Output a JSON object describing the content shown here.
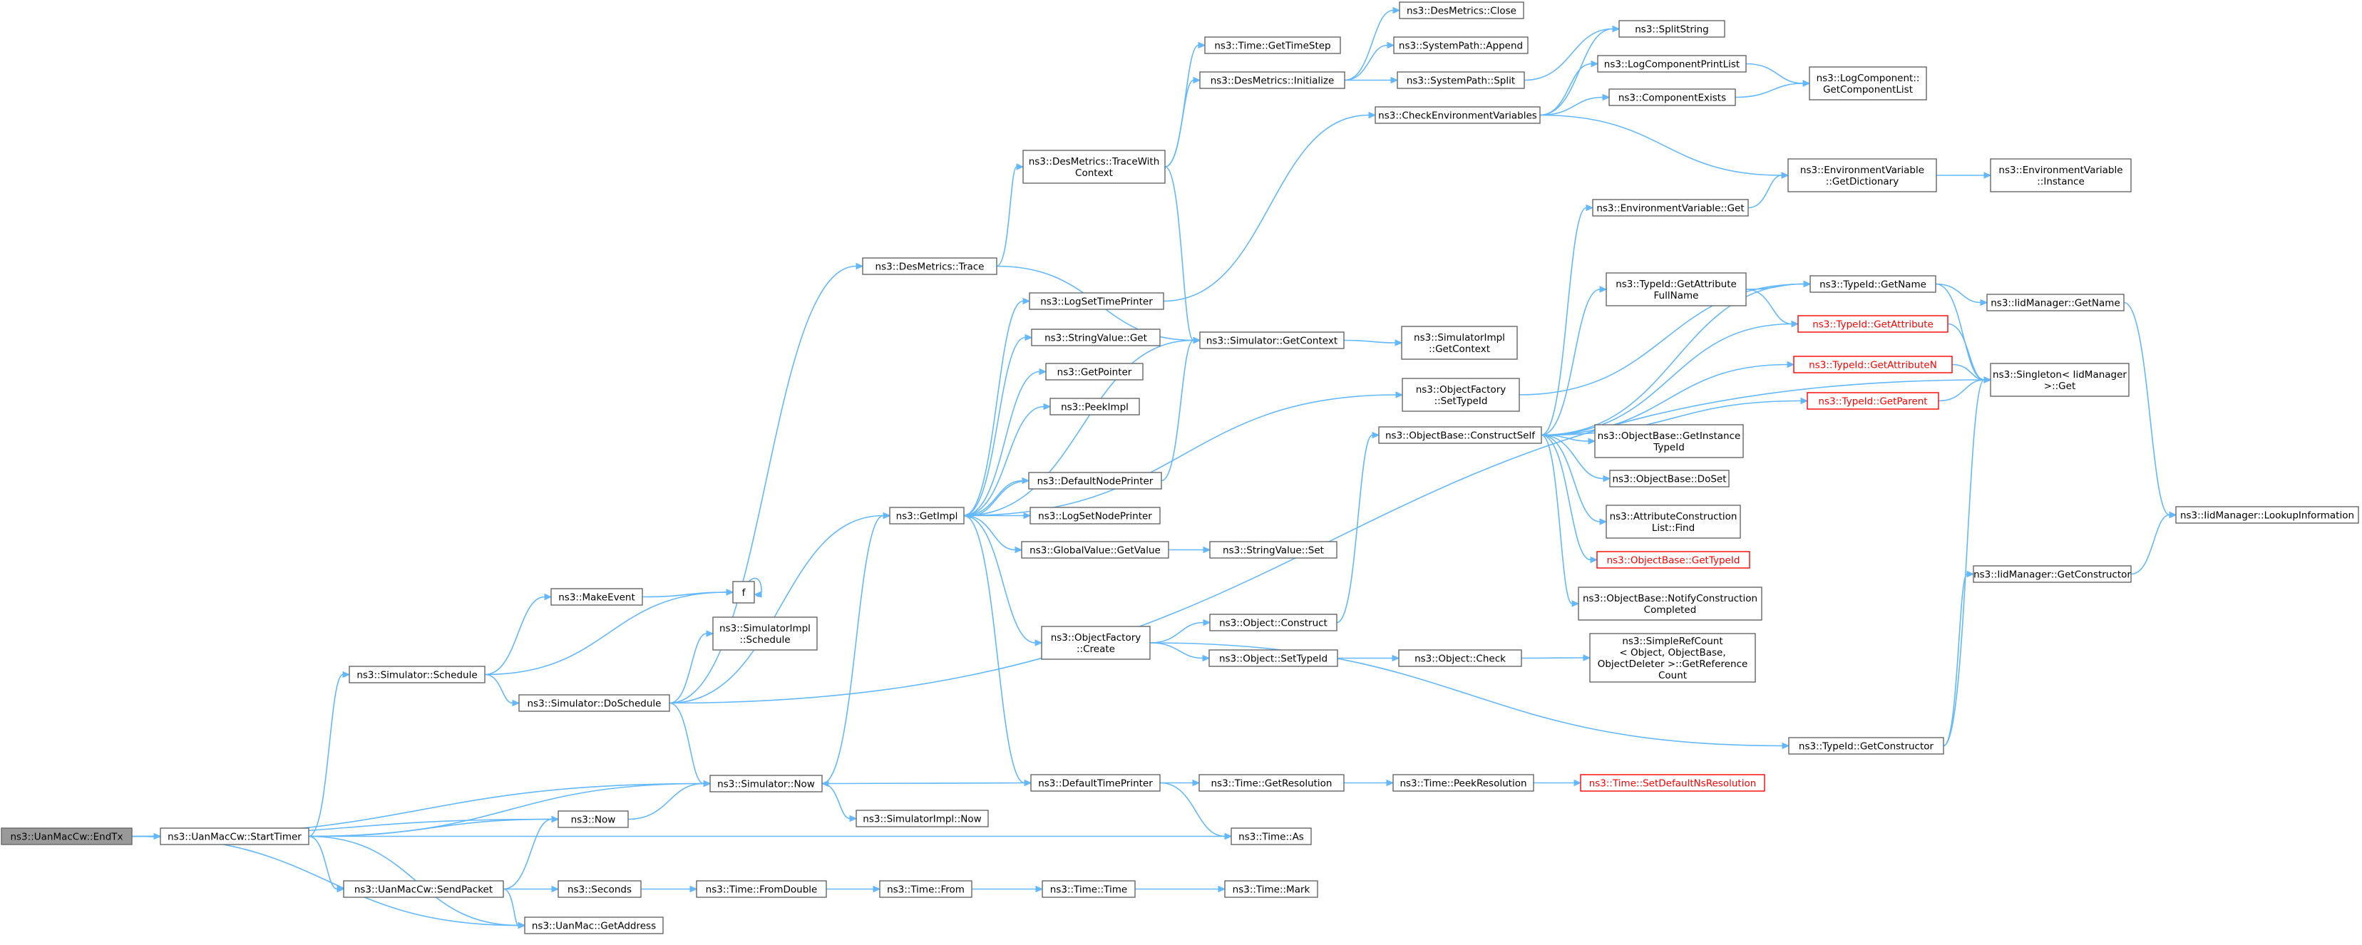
{
  "graph": {
    "edge_color": "#63b8ff",
    "root_fill": "#999999",
    "highlight_color": "#ff0000",
    "nodes": [
      {
        "id": "EndTx",
        "lines": [
          "ns3::UanMacCw::EndTx"
        ],
        "root": true
      },
      {
        "id": "StartTimer",
        "lines": [
          "ns3::UanMacCw::StartTimer"
        ]
      },
      {
        "id": "SimSchedule",
        "lines": [
          "ns3::Simulator::Schedule"
        ]
      },
      {
        "id": "MakeEvent",
        "lines": [
          "ns3::MakeEvent"
        ]
      },
      {
        "id": "f",
        "lines": [
          "f"
        ]
      },
      {
        "id": "SimImplSchedule",
        "lines": [
          "ns3::SimulatorImpl",
          "::Schedule"
        ]
      },
      {
        "id": "DoSchedule",
        "lines": [
          "ns3::Simulator::DoSchedule"
        ]
      },
      {
        "id": "DesTrace",
        "lines": [
          "ns3::DesMetrics::Trace"
        ]
      },
      {
        "id": "TraceWithContext",
        "lines": [
          "ns3::DesMetrics::TraceWith",
          "Context"
        ]
      },
      {
        "id": "GetTimeStep",
        "lines": [
          "ns3::Time::GetTimeStep"
        ]
      },
      {
        "id": "DesInitialize",
        "lines": [
          "ns3::DesMetrics::Initialize"
        ]
      },
      {
        "id": "DesClose",
        "lines": [
          "ns3::DesMetrics::Close"
        ]
      },
      {
        "id": "PathAppend",
        "lines": [
          "ns3::SystemPath::Append"
        ]
      },
      {
        "id": "PathSplit",
        "lines": [
          "ns3::SystemPath::Split"
        ]
      },
      {
        "id": "SplitString",
        "lines": [
          "ns3::SplitString"
        ]
      },
      {
        "id": "CheckEnv",
        "lines": [
          "ns3::CheckEnvironmentVariables"
        ]
      },
      {
        "id": "LogCompPrintList",
        "lines": [
          "ns3::LogComponentPrintList"
        ]
      },
      {
        "id": "CompExists",
        "lines": [
          "ns3::ComponentExists"
        ]
      },
      {
        "id": "GetCompList",
        "lines": [
          "ns3::LogComponent::",
          "GetComponentList"
        ]
      },
      {
        "id": "EnvGetDict",
        "lines": [
          "ns3::EnvironmentVariable",
          "::GetDictionary"
        ]
      },
      {
        "id": "EnvInstance",
        "lines": [
          "ns3::EnvironmentVariable",
          "::Instance"
        ]
      },
      {
        "id": "EnvGet",
        "lines": [
          "ns3::EnvironmentVariable::Get"
        ]
      },
      {
        "id": "GetAttrFullName",
        "lines": [
          "ns3::TypeId::GetAttribute",
          "FullName"
        ]
      },
      {
        "id": "TypeIdGetName",
        "lines": [
          "ns3::TypeId::GetName"
        ]
      },
      {
        "id": "IidGetName",
        "lines": [
          "ns3::IidManager::GetName"
        ]
      },
      {
        "id": "GetAttribute",
        "lines": [
          "ns3::TypeId::GetAttribute"
        ],
        "red": true
      },
      {
        "id": "GetAttributeN",
        "lines": [
          "ns3::TypeId::GetAttributeN"
        ],
        "red": true
      },
      {
        "id": "GetParent",
        "lines": [
          "ns3::TypeId::GetParent"
        ],
        "red": true
      },
      {
        "id": "SingletonGet",
        "lines": [
          "ns3::Singleton< IidManager",
          ">::Get"
        ]
      },
      {
        "id": "LookupInfo",
        "lines": [
          "ns3::IidManager::LookupInformation"
        ]
      },
      {
        "id": "IidGetConstructor",
        "lines": [
          "ns3::IidManager::GetConstructor"
        ]
      },
      {
        "id": "TypeIdGetConstructor",
        "lines": [
          "ns3::TypeId::GetConstructor"
        ]
      },
      {
        "id": "LogSetTimePrinter",
        "lines": [
          "ns3::LogSetTimePrinter"
        ]
      },
      {
        "id": "StringValueGet",
        "lines": [
          "ns3::StringValue::Get"
        ]
      },
      {
        "id": "GetPointer",
        "lines": [
          "ns3::GetPointer"
        ]
      },
      {
        "id": "PeekImpl",
        "lines": [
          "ns3::PeekImpl"
        ]
      },
      {
        "id": "DefaultNodePrinter",
        "lines": [
          "ns3::DefaultNodePrinter"
        ]
      },
      {
        "id": "LogSetNodePrinter",
        "lines": [
          "ns3::LogSetNodePrinter"
        ]
      },
      {
        "id": "GlobalGetValue",
        "lines": [
          "ns3::GlobalValue::GetValue"
        ]
      },
      {
        "id": "StringValueSet",
        "lines": [
          "ns3::StringValue::Set"
        ]
      },
      {
        "id": "GetImpl",
        "lines": [
          "ns3::GetImpl"
        ]
      },
      {
        "id": "SimGetContext",
        "lines": [
          "ns3::Simulator::GetContext"
        ]
      },
      {
        "id": "SimImplGetContext",
        "lines": [
          "ns3::SimulatorImpl",
          "::GetContext"
        ]
      },
      {
        "id": "ObjFactorySetTypeId",
        "lines": [
          "ns3::ObjectFactory",
          "::SetTypeId"
        ]
      },
      {
        "id": "ConstructSelf",
        "lines": [
          "ns3::ObjectBase::ConstructSelf"
        ]
      },
      {
        "id": "GetInstanceTypeId",
        "lines": [
          "ns3::ObjectBase::GetInstance",
          "TypeId"
        ]
      },
      {
        "id": "DoSet",
        "lines": [
          "ns3::ObjectBase::DoSet"
        ]
      },
      {
        "id": "AttrConstrFind",
        "lines": [
          "ns3::AttributeConstruction",
          "List::Find"
        ]
      },
      {
        "id": "ObjBaseGetTypeId",
        "lines": [
          "ns3::ObjectBase::GetTypeId"
        ],
        "red": true
      },
      {
        "id": "NotifyConstr",
        "lines": [
          "ns3::ObjectBase::NotifyConstruction",
          "Completed"
        ]
      },
      {
        "id": "ObjFactoryCreate",
        "lines": [
          "ns3::ObjectFactory",
          "::Create"
        ]
      },
      {
        "id": "ObjConstruct",
        "lines": [
          "ns3::Object::Construct"
        ]
      },
      {
        "id": "ObjSetTypeId",
        "lines": [
          "ns3::Object::SetTypeId"
        ]
      },
      {
        "id": "ObjCheck",
        "lines": [
          "ns3::Object::Check"
        ]
      },
      {
        "id": "SimpleRefCount",
        "lines": [
          "ns3::SimpleRefCount",
          "< Object, ObjectBase,",
          "ObjectDeleter >::GetReference",
          "Count"
        ]
      },
      {
        "id": "SimNow",
        "lines": [
          "ns3::Simulator::Now"
        ]
      },
      {
        "id": "Now",
        "lines": [
          "ns3::Now"
        ]
      },
      {
        "id": "SimImplNow",
        "lines": [
          "ns3::SimulatorImpl::Now"
        ]
      },
      {
        "id": "DefaultTimePrinter",
        "lines": [
          "ns3::DefaultTimePrinter"
        ]
      },
      {
        "id": "GetResolution",
        "lines": [
          "ns3::Time::GetResolution"
        ]
      },
      {
        "id": "PeekResolution",
        "lines": [
          "ns3::Time::PeekResolution"
        ]
      },
      {
        "id": "SetDefaultNsRes",
        "lines": [
          "ns3::Time::SetDefaultNsResolution"
        ],
        "red": true
      },
      {
        "id": "TimeAs",
        "lines": [
          "ns3::Time::As"
        ]
      },
      {
        "id": "SendPacket",
        "lines": [
          "ns3::UanMacCw::SendPacket"
        ]
      },
      {
        "id": "Seconds",
        "lines": [
          "ns3::Seconds"
        ]
      },
      {
        "id": "FromDouble",
        "lines": [
          "ns3::Time::FromDouble"
        ]
      },
      {
        "id": "TimeFrom",
        "lines": [
          "ns3::Time::From"
        ]
      },
      {
        "id": "TimeTime",
        "lines": [
          "ns3::Time::Time"
        ]
      },
      {
        "id": "TimeMark",
        "lines": [
          "ns3::Time::Mark"
        ]
      },
      {
        "id": "GetAddress",
        "lines": [
          "ns3::UanMac::GetAddress"
        ]
      }
    ],
    "edges": [
      [
        "EndTx",
        "StartTimer"
      ],
      [
        "EndTx",
        "SimNow"
      ],
      [
        "EndTx",
        "Now"
      ],
      [
        "EndTx",
        "GetAddress"
      ],
      [
        "StartTimer",
        "SimSchedule"
      ],
      [
        "StartTimer",
        "SimNow"
      ],
      [
        "StartTimer",
        "Now"
      ],
      [
        "StartTimer",
        "TimeAs"
      ],
      [
        "StartTimer",
        "SendPacket"
      ],
      [
        "StartTimer",
        "GetAddress"
      ],
      [
        "SimSchedule",
        "MakeEvent"
      ],
      [
        "SimSchedule",
        "f"
      ],
      [
        "SimSchedule",
        "DoSchedule"
      ],
      [
        "MakeEvent",
        "f"
      ],
      [
        "f",
        "f"
      ],
      [
        "DoSchedule",
        "SimImplSchedule"
      ],
      [
        "DoSchedule",
        "DesTrace"
      ],
      [
        "DoSchedule",
        "GetImpl"
      ],
      [
        "DoSchedule",
        "SimNow"
      ],
      [
        "DoSchedule",
        "SingletonGet"
      ],
      [
        "DesTrace",
        "TraceWithContext"
      ],
      [
        "DesTrace",
        "SimGetContext"
      ],
      [
        "TraceWithContext",
        "GetTimeStep"
      ],
      [
        "TraceWithContext",
        "DesInitialize"
      ],
      [
        "TraceWithContext",
        "SimGetContext"
      ],
      [
        "DesInitialize",
        "DesClose"
      ],
      [
        "DesInitialize",
        "PathAppend"
      ],
      [
        "DesInitialize",
        "PathSplit"
      ],
      [
        "PathSplit",
        "SplitString"
      ],
      [
        "CheckEnv",
        "SplitString"
      ],
      [
        "CheckEnv",
        "LogCompPrintList"
      ],
      [
        "CheckEnv",
        "CompExists"
      ],
      [
        "CheckEnv",
        "EnvGetDict"
      ],
      [
        "LogCompPrintList",
        "GetCompList"
      ],
      [
        "CompExists",
        "GetCompList"
      ],
      [
        "EnvGetDict",
        "EnvInstance"
      ],
      [
        "EnvGet",
        "EnvGetDict"
      ],
      [
        "LogSetTimePrinter",
        "CheckEnv"
      ],
      [
        "GetImpl",
        "LogSetTimePrinter"
      ],
      [
        "GetImpl",
        "StringValueGet"
      ],
      [
        "GetImpl",
        "GetPointer"
      ],
      [
        "GetImpl",
        "PeekImpl"
      ],
      [
        "GetImpl",
        "DefaultNodePrinter"
      ],
      [
        "GetImpl",
        "LogSetNodePrinter"
      ],
      [
        "GetImpl",
        "GlobalGetValue"
      ],
      [
        "GetImpl",
        "SimGetContext"
      ],
      [
        "GetImpl",
        "ObjFactorySetTypeId"
      ],
      [
        "GetImpl",
        "ObjFactoryCreate"
      ],
      [
        "GetImpl",
        "DefaultTimePrinter"
      ],
      [
        "DefaultNodePrinter",
        "SimGetContext"
      ],
      [
        "DefaultNodePrinter",
        "GetImpl"
      ],
      [
        "GlobalGetValue",
        "StringValueSet"
      ],
      [
        "SimGetContext",
        "SimImplGetContext"
      ],
      [
        "ObjFactorySetTypeId",
        "TypeIdGetName"
      ],
      [
        "ConstructSelf",
        "EnvGet"
      ],
      [
        "ConstructSelf",
        "GetAttrFullName"
      ],
      [
        "ConstructSelf",
        "TypeIdGetName"
      ],
      [
        "ConstructSelf",
        "GetAttribute"
      ],
      [
        "ConstructSelf",
        "GetAttributeN"
      ],
      [
        "ConstructSelf",
        "GetParent"
      ],
      [
        "ConstructSelf",
        "GetInstanceTypeId"
      ],
      [
        "ConstructSelf",
        "DoSet"
      ],
      [
        "ConstructSelf",
        "AttrConstrFind"
      ],
      [
        "ConstructSelf",
        "ObjBaseGetTypeId"
      ],
      [
        "ConstructSelf",
        "NotifyConstr"
      ],
      [
        "GetAttrFullName",
        "TypeIdGetName"
      ],
      [
        "GetAttrFullName",
        "GetAttribute"
      ],
      [
        "TypeIdGetName",
        "IidGetName"
      ],
      [
        "TypeIdGetName",
        "SingletonGet"
      ],
      [
        "IidGetName",
        "LookupInfo"
      ],
      [
        "GetAttribute",
        "SingletonGet"
      ],
      [
        "GetAttributeN",
        "SingletonGet"
      ],
      [
        "GetParent",
        "SingletonGet"
      ],
      [
        "IidGetConstructor",
        "LookupInfo"
      ],
      [
        "TypeIdGetConstructor",
        "IidGetConstructor"
      ],
      [
        "TypeIdGetConstructor",
        "SingletonGet"
      ],
      [
        "ObjFactoryCreate",
        "ObjConstruct"
      ],
      [
        "ObjFactoryCreate",
        "ObjSetTypeId"
      ],
      [
        "ObjFactoryCreate",
        "TypeIdGetConstructor"
      ],
      [
        "ObjConstruct",
        "ConstructSelf"
      ],
      [
        "ObjSetTypeId",
        "ObjCheck"
      ],
      [
        "ObjCheck",
        "SimpleRefCount"
      ],
      [
        "SimNow",
        "GetImpl"
      ],
      [
        "SimNow",
        "SimImplNow"
      ],
      [
        "Now",
        "SimNow"
      ],
      [
        "DefaultTimePrinter",
        "SimNow"
      ],
      [
        "DefaultTimePrinter",
        "GetResolution"
      ],
      [
        "DefaultTimePrinter",
        "TimeAs"
      ],
      [
        "GetResolution",
        "PeekResolution"
      ],
      [
        "PeekResolution",
        "SetDefaultNsRes"
      ],
      [
        "SendPacket",
        "Now"
      ],
      [
        "SendPacket",
        "Seconds"
      ],
      [
        "SendPacket",
        "GetAddress"
      ],
      [
        "Seconds",
        "FromDouble"
      ],
      [
        "FromDouble",
        "TimeFrom"
      ],
      [
        "TimeFrom",
        "TimeTime"
      ],
      [
        "TimeTime",
        "TimeMark"
      ]
    ]
  }
}
